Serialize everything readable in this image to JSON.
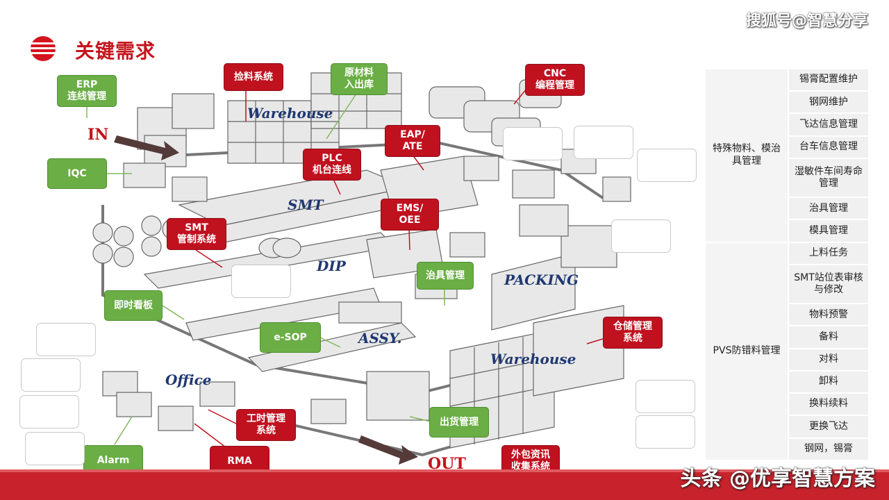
{
  "header": {
    "title": "关键需求"
  },
  "watermarks": {
    "top": "搜狐号@智慧分享",
    "bottom": "头条 @优享智慧方案"
  },
  "scene": {
    "flow_in": "IN",
    "flow_out": "OUT",
    "areas": {
      "warehouse_top": "Warehouse",
      "smt": "SMT",
      "dip": "DIP",
      "packing": "PACKING",
      "assy": "ASSY.",
      "office": "Office",
      "warehouse_bottom": "Warehouse"
    },
    "tags": {
      "erp": "ERP\n连线管理",
      "picking": "捡料系统",
      "raw_material": "原材料\n入出库",
      "cnc": "CNC\n编程管理",
      "iqc": "IQC",
      "eap": "EAP/\nATE",
      "plc": "PLC\n机台连线",
      "ems": "EMS/\nOEE",
      "smt_control": "SMT\n管制系统",
      "fixture_mgmt": "治具管理",
      "kanban": "即时看板",
      "esop": "e-SOP",
      "storage": "仓储管理\n系统",
      "man_hour": "工时管理\n系统",
      "shipping": "出货管理",
      "alarm": "Alarm",
      "rma": "RMA",
      "outsource": "外包资讯\n收集系统"
    }
  },
  "requirements": {
    "groups": [
      {
        "category": "特殊物料、模治具管理",
        "items": [
          "锡膏配置维护",
          "钢网维护",
          "飞达信息管理",
          "台车信息管理",
          "湿敏件车间寿命管理",
          "治具管理",
          "模具管理"
        ]
      },
      {
        "category": "PVS防错料管理",
        "items": [
          "上料任务",
          "SMT站位表审核与修改",
          "物料预警",
          "备料",
          "对料",
          "卸料",
          "换料续料",
          "更换飞达",
          "钢网，锡膏"
        ]
      }
    ]
  },
  "colors": {
    "brand_red": "#c0111f",
    "tag_green": "#6aae45",
    "area_text": "#1f3870"
  }
}
